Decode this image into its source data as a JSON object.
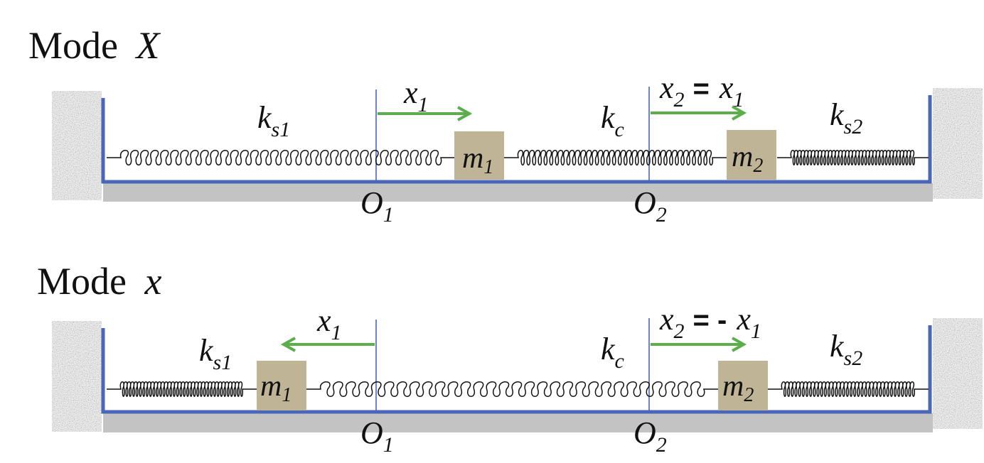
{
  "panels": [
    {
      "id": "mode-X",
      "title_word": "Mode",
      "title_symbol": "X",
      "spring_left_label": {
        "k": "k",
        "sub": "s1"
      },
      "spring_center_label": {
        "k": "k",
        "sub": "c"
      },
      "spring_right_label": {
        "k": "k",
        "sub": "s2"
      },
      "mass1_label": {
        "m": "m",
        "sub": "1"
      },
      "mass2_label": {
        "m": "m",
        "sub": "2"
      },
      "origin1_label": {
        "o": "O",
        "sub": "1"
      },
      "origin2_label": {
        "o": "O",
        "sub": "2"
      },
      "disp1_label": {
        "x": "x",
        "sub": "1"
      },
      "disp2_label": {
        "x": "x",
        "sub": "2",
        "eq": "=",
        "rhs": "x",
        "rhs_sub": "1"
      },
      "disp1_direction": "right",
      "disp2_direction": "right"
    },
    {
      "id": "mode-x",
      "title_word": "Mode",
      "title_symbol": "x",
      "spring_left_label": {
        "k": "k",
        "sub": "s1"
      },
      "spring_center_label": {
        "k": "k",
        "sub": "c"
      },
      "spring_right_label": {
        "k": "k",
        "sub": "s2"
      },
      "mass1_label": {
        "m": "m",
        "sub": "1"
      },
      "mass2_label": {
        "m": "m",
        "sub": "2"
      },
      "origin1_label": {
        "o": "O",
        "sub": "1"
      },
      "origin2_label": {
        "o": "O",
        "sub": "2"
      },
      "disp1_label": {
        "x": "x",
        "sub": "1"
      },
      "disp2_label": {
        "x": "x",
        "sub": "2",
        "eq": "= -",
        "rhs": "x",
        "rhs_sub": "1"
      },
      "disp1_direction": "left",
      "disp2_direction": "right"
    }
  ],
  "colors": {
    "wall_frame": "#4a66b8",
    "floor": "#c3c3c3",
    "mass": "#bfb596",
    "arrow": "#5cae4c",
    "origin_line": "#4a66b8",
    "spring": "#111111"
  }
}
